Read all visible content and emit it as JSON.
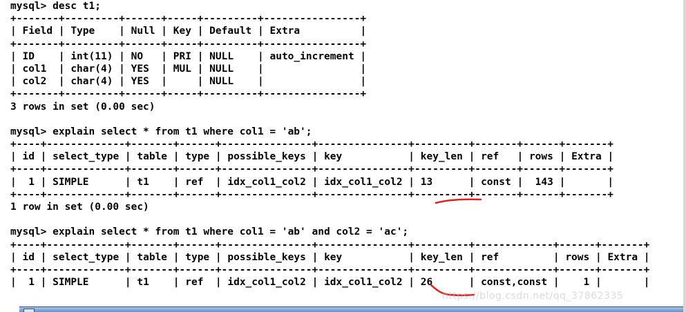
{
  "commands": {
    "desc": "mysql> desc t1;",
    "explain1": "mysql> explain select * from t1 where col1 = 'ab';",
    "explain2": "mysql> explain select * from t1 where col1 = 'ab' and col2 = 'ac';"
  },
  "desc_table": {
    "columns": [
      "Field",
      "Type",
      "Null",
      "Key",
      "Default",
      "Extra"
    ],
    "rows": [
      [
        "ID",
        "int(11)",
        "NO",
        "PRI",
        "NULL",
        "auto_increment"
      ],
      [
        "col1",
        "char(4)",
        "YES",
        "MUL",
        "NULL",
        ""
      ],
      [
        "col2",
        "char(4)",
        "YES",
        "",
        "NULL",
        ""
      ]
    ],
    "result": "3 rows in set (0.00 sec)"
  },
  "explain1_table": {
    "columns": [
      "id",
      "select_type",
      "table",
      "type",
      "possible_keys",
      "key",
      "key_len",
      "ref",
      "rows",
      "Extra"
    ],
    "rows": [
      [
        "1",
        "SIMPLE",
        "t1",
        "ref",
        "idx_col1_col2",
        "idx_col1_col2",
        "13",
        "const",
        "143",
        ""
      ]
    ],
    "result": "1 row in set (0.00 sec)"
  },
  "explain2_table": {
    "columns": [
      "id",
      "select_type",
      "table",
      "type",
      "possible_keys",
      "key",
      "key_len",
      "ref",
      "rows",
      "Extra"
    ],
    "rows": [
      [
        "1",
        "SIMPLE",
        "t1",
        "ref",
        "idx_col1_col2",
        "idx_col1_col2",
        "26",
        "const,const",
        "1",
        ""
      ]
    ]
  },
  "watermark": "https://blog.csdn.net/qq_37862335",
  "colors": {
    "background": "#ffffff",
    "text": "#000000",
    "annotation": "#e02020",
    "taskbar": "#5f89c3"
  }
}
